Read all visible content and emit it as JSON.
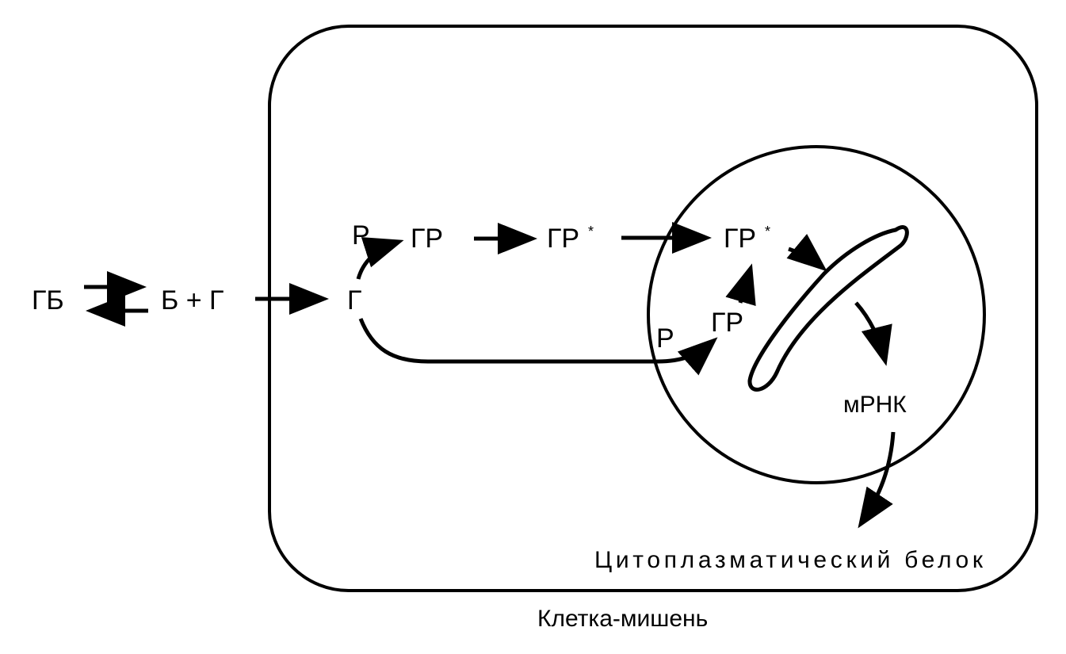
{
  "labels": {
    "gb": "ГБ",
    "b_plus_g": "Б + Г",
    "g": "Г",
    "r_top": "Р",
    "gr_1": "ГР",
    "gr_star_1": "ГР",
    "gr_star_2": "ГР",
    "r_bottom": "Р",
    "gr_nuclear": "ГР",
    "mrna": "мРНК",
    "cytoplasmic_protein": "Цитоплазматический белок",
    "target_cell": "Клетка-мишень",
    "activated_mark": "*"
  },
  "colors": {
    "ink": "#000000",
    "background": "#ffffff"
  }
}
